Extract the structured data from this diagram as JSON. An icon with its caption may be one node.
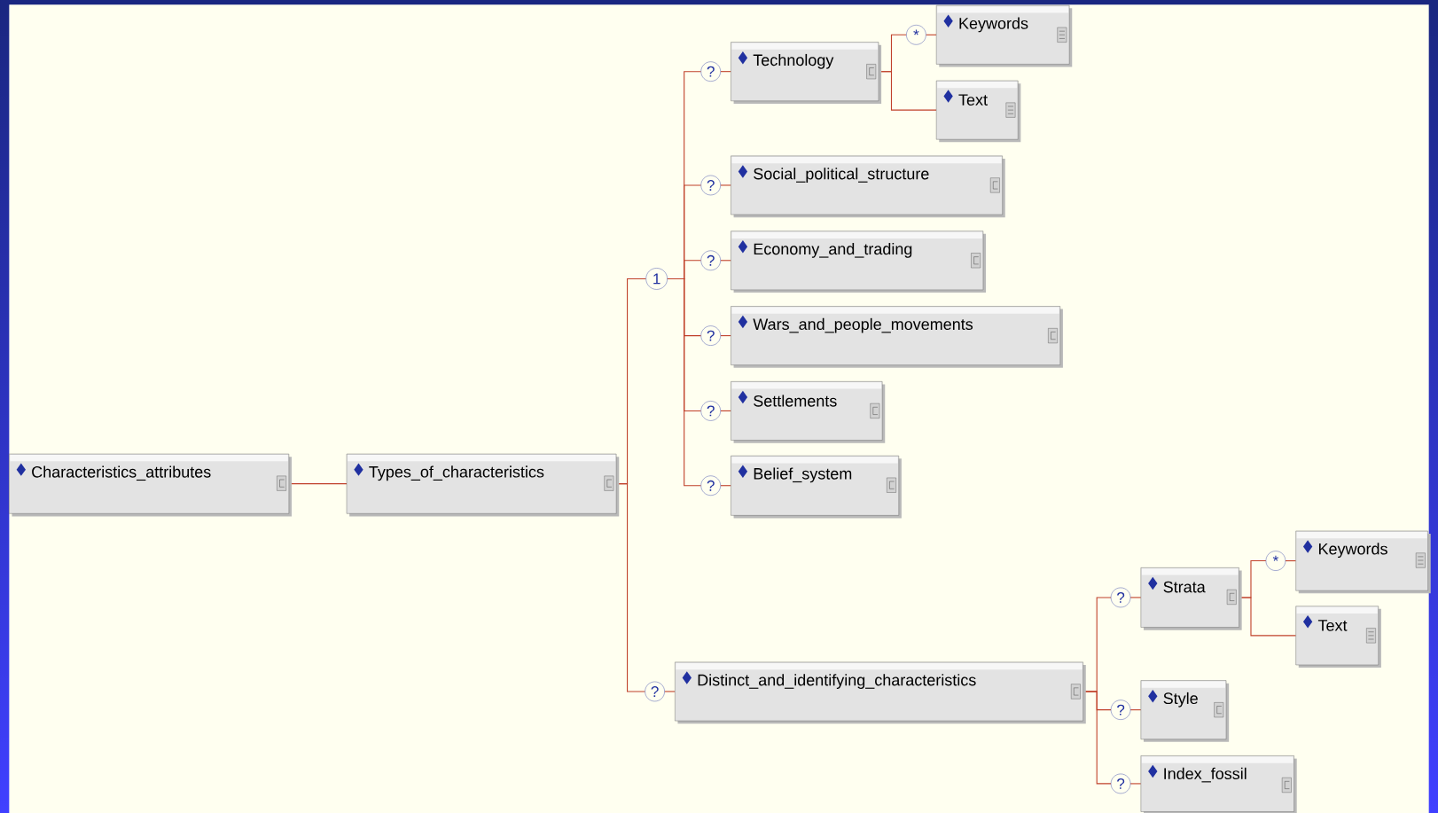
{
  "diagram": {
    "nodes": [
      {
        "text": [
          "Characteristics_attributes"
        ]
      },
      {
        "text": [
          "Types_of_characteristics"
        ]
      },
      {
        "text": [
          "1"
        ]
      },
      {
        "text": [
          "?"
        ]
      },
      {
        "text": [
          "Technology"
        ]
      },
      {
        "text": [
          "*"
        ]
      },
      {
        "text": [
          "Keywords"
        ]
      },
      {
        "text": [
          "Text"
        ]
      },
      {
        "text": [
          "?"
        ]
      },
      {
        "text": [
          "Social_political_structure"
        ]
      },
      {
        "text": [
          "?"
        ]
      },
      {
        "text": [
          "Economy_and_trading"
        ]
      },
      {
        "text": [
          "?"
        ]
      },
      {
        "text": [
          "Wars_and_people_movements"
        ]
      },
      {
        "text": [
          "?"
        ]
      },
      {
        "text": [
          "Settlements"
        ]
      },
      {
        "text": [
          "?"
        ]
      },
      {
        "text": [
          "Belief_system"
        ]
      },
      {
        "text": [
          "?"
        ]
      },
      {
        "text": [
          "Distinct_and_identifying_characteristics"
        ]
      },
      {
        "text": [
          "?"
        ]
      },
      {
        "text": [
          "Strata"
        ]
      },
      {
        "text": [
          "*"
        ]
      },
      {
        "text": [
          "Keywords"
        ]
      },
      {
        "text": [
          "Text"
        ]
      },
      {
        "text": [
          "?"
        ]
      },
      {
        "text": [
          "Style"
        ]
      },
      {
        "text": [
          "?"
        ]
      },
      {
        "text": [
          "Index_fossil"
        ]
      }
    ],
    "edges": [
      {
        "from": 0,
        "to": 1,
        "arrow": "none"
      },
      {
        "from": 1,
        "to": 2,
        "arrow": "none"
      },
      {
        "from": 2,
        "to": 3,
        "arrow": "none"
      },
      {
        "from": 3,
        "to": 4,
        "arrow": "none"
      },
      {
        "from": 4,
        "to": 5,
        "arrow": "none"
      },
      {
        "from": 5,
        "to": 6,
        "arrow": "none"
      },
      {
        "from": 4,
        "to": 7,
        "arrow": "none"
      },
      {
        "from": 2,
        "to": 8,
        "arrow": "none"
      },
      {
        "from": 8,
        "to": 9,
        "arrow": "none"
      },
      {
        "from": 2,
        "to": 10,
        "arrow": "none"
      },
      {
        "from": 10,
        "to": 11,
        "arrow": "none"
      },
      {
        "from": 2,
        "to": 12,
        "arrow": "none"
      },
      {
        "from": 12,
        "to": 13,
        "arrow": "none"
      },
      {
        "from": 2,
        "to": 14,
        "arrow": "none"
      },
      {
        "from": 14,
        "to": 15,
        "arrow": "none"
      },
      {
        "from": 2,
        "to": 16,
        "arrow": "none"
      },
      {
        "from": 16,
        "to": 17,
        "arrow": "none"
      },
      {
        "from": 1,
        "to": 18,
        "arrow": "none"
      },
      {
        "from": 18,
        "to": 19,
        "arrow": "none"
      },
      {
        "from": 19,
        "to": 20,
        "arrow": "none"
      },
      {
        "from": 20,
        "to": 21,
        "arrow": "none"
      },
      {
        "from": 21,
        "to": 22,
        "arrow": "none"
      },
      {
        "from": 22,
        "to": 23,
        "arrow": "none"
      },
      {
        "from": 21,
        "to": 24,
        "arrow": "none"
      },
      {
        "from": 19,
        "to": 25,
        "arrow": "none"
      },
      {
        "from": 25,
        "to": 26,
        "arrow": "none"
      },
      {
        "from": 19,
        "to": 27,
        "arrow": "none"
      },
      {
        "from": 27,
        "to": 28,
        "arrow": "none"
      }
    ]
  }
}
